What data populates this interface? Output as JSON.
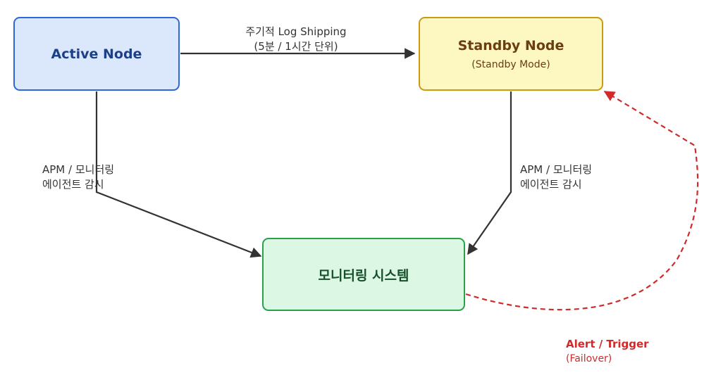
{
  "nodes": {
    "active": {
      "title": "Active Node"
    },
    "standby": {
      "title": "Standby Node",
      "subtitle": "(Standby Mode)"
    },
    "monitor": {
      "title": "모니터링 시스템"
    }
  },
  "edges": {
    "log_shipping": {
      "line1": "주기적 Log Shipping",
      "line2": "(5분 / 1시간 단위)"
    },
    "apm_left": {
      "line1": "APM / 모니터링",
      "line2": "에이전트 감시"
    },
    "apm_right": {
      "line1": "APM / 모니터링",
      "line2": "에이전트 감시"
    },
    "alert": {
      "title": "Alert / Trigger",
      "subtitle": "(Failover)"
    }
  },
  "colors": {
    "active_fill": "#dbe8fc",
    "active_border": "#2f67d8",
    "standby_fill": "#fdf7c2",
    "standby_border": "#c99b13",
    "monitor_fill": "#dcf8e5",
    "monitor_border": "#25a24a",
    "edge": "#333333",
    "alert": "#d02a2a"
  }
}
